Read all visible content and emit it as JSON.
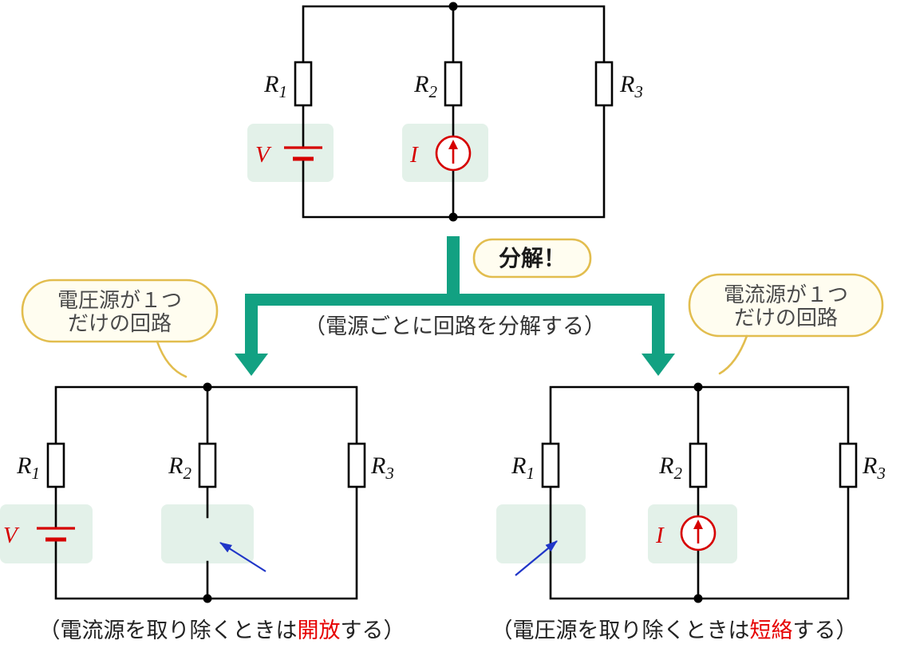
{
  "labels": {
    "r_sym": "R",
    "r1_sub": "1",
    "r2_sub": "2",
    "r3_sub": "3",
    "voltage": "V",
    "current": "I"
  },
  "decompose": {
    "bubble": "分解！",
    "note": "（電源ごとに回路を分解する）"
  },
  "voltage_only": {
    "bubble_line1": "電圧源が１つ",
    "bubble_line2": "だけの回路",
    "caption_prefix": "（電流源を取り除くときは",
    "caption_highlight": "開放",
    "caption_suffix": "する）"
  },
  "current_only": {
    "bubble_line1": "電流源が１つ",
    "bubble_line2": "だけの回路",
    "caption_prefix": "（電圧源を取り除くときは",
    "caption_highlight": "短絡",
    "caption_suffix": "する）"
  },
  "colors": {
    "wire": "#000000",
    "source_red": "#d60000",
    "arrow_teal": "#12a182",
    "highlight_green": "#e3f1e9",
    "bubble_border": "#e2bd4e",
    "bubble_fill": "#fffdf0",
    "pointer_blue": "#2036c8",
    "caption_red": "#e60000"
  }
}
